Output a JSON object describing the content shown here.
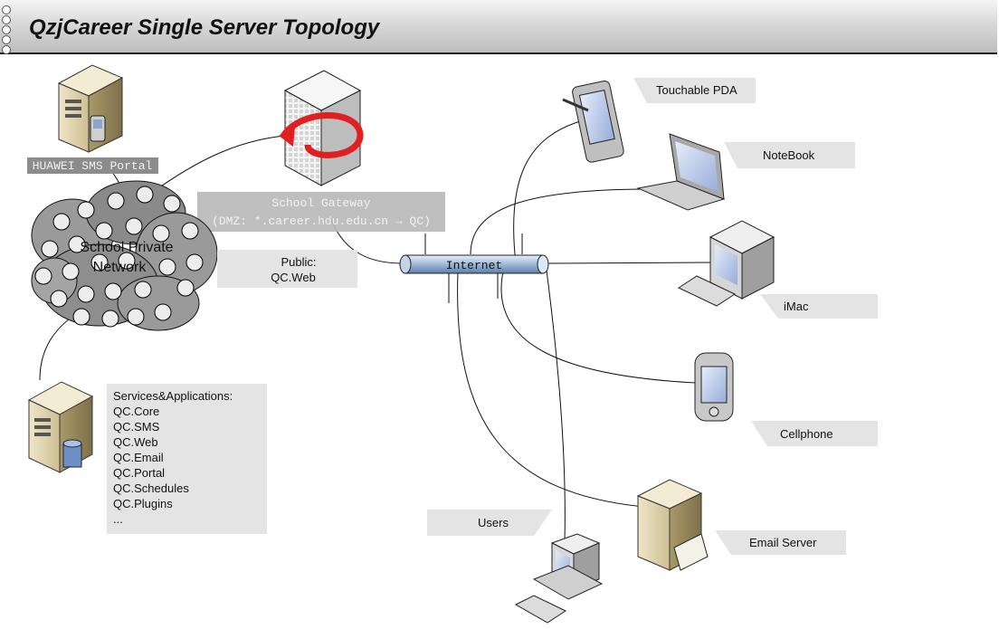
{
  "title": "QzjCareer Single Server Topology",
  "nodes": {
    "sms_portal": "HUAWEI SMS Portal",
    "gateway_l1": "School Gateway",
    "gateway_l2": "(DMZ: *.career.hdu.edu.cn → QC)",
    "cloud": "School Private Network",
    "public_l1": "Public:",
    "public_l2": "QC.Web",
    "internet": "Internet",
    "pda": "Touchable PDA",
    "notebook": "NoteBook",
    "imac": "iMac",
    "cellphone": "Cellphone",
    "email_server": "Email Server",
    "users": "Users"
  },
  "services": {
    "heading": "Services&Applications:",
    "items": [
      "QC.Core",
      "QC.SMS",
      "QC.Web",
      "QC.Email",
      "QC.Portal",
      "QC.Schedules",
      "QC.Plugins",
      "..."
    ]
  }
}
